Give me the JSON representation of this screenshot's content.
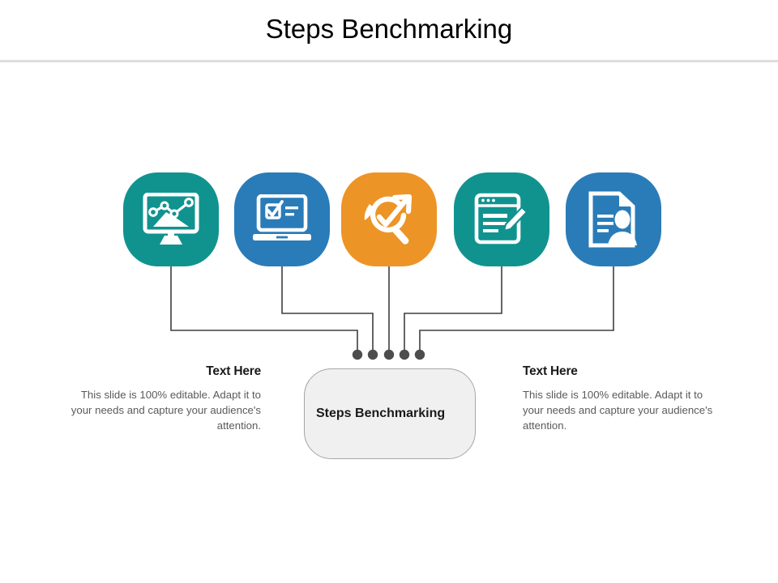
{
  "slide": {
    "title": "Steps Benchmarking"
  },
  "center_node": {
    "label": "Steps Benchmarking",
    "fill_color": "#f0f0f0",
    "border_color": "#a6a6a6"
  },
  "connectors": {
    "line_color": "#3f3f3f",
    "dot_color": "#4d4d4d",
    "dot_count": 5
  },
  "icons": [
    {
      "name": "monitor-chart-icon",
      "label": "Monitor with line chart",
      "color": "#10938f"
    },
    {
      "name": "laptop-checklist-icon",
      "label": "Laptop with checklist",
      "color": "#2a7cb8"
    },
    {
      "name": "target-growth-arrow-icon",
      "label": "Magnifier with check and growth arrow",
      "color": "#ed9426"
    },
    {
      "name": "window-edit-icon",
      "label": "Browser window with pencil",
      "color": "#10938f"
    },
    {
      "name": "document-profile-icon",
      "label": "Document with person profile",
      "color": "#2a7cb8"
    }
  ],
  "text_blocks": [
    {
      "heading": "Text Here",
      "body": "This slide is 100% editable. Adapt it to your needs and capture your audience's attention."
    },
    {
      "heading": "Text Here",
      "body": "This slide is 100% editable. Adapt it to your needs and capture your audience's attention."
    }
  ]
}
